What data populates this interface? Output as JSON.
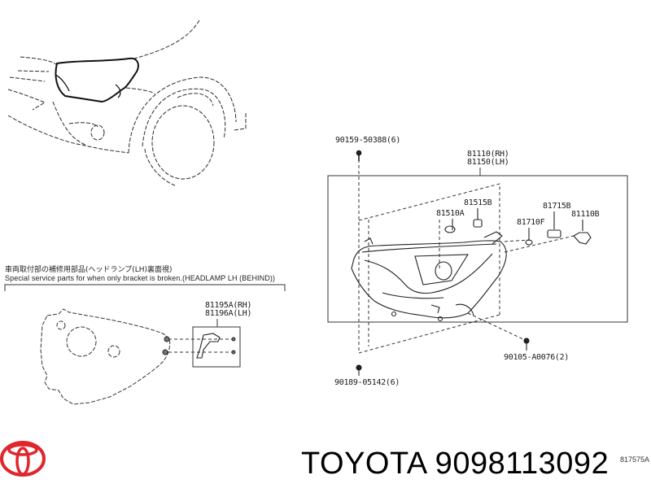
{
  "diagram": {
    "type": "auto-parts-exploded-view",
    "subject": "Headlamp assembly",
    "callouts": {
      "screw_top": "90159-50388(6)",
      "headlamp_rh": "81110(RH)",
      "headlamp_lh": "81150(LH)",
      "part_81515b": "81515B",
      "part_81510a": "81510A",
      "part_81715b": "81715B",
      "part_81710f": "81710F",
      "part_81110b": "81110B",
      "screw_right": "90105-A0076(2)",
      "screw_bottom": "90189-05142(6)",
      "bracket_rh": "81195A(RH)",
      "bracket_lh": "81196A(LH)"
    },
    "notes": {
      "japanese": "車両取付部の補修用部品(ヘッドランプ(LH)裏面視)",
      "english": "Special service parts for when only bracket is broken.(HEADLAMP LH (BEHIND))"
    },
    "illustration_id": "817575A"
  },
  "footer": {
    "brand": "TOYOTA",
    "part_number": "9098113092",
    "title": "TOYOTA 9098113092",
    "logo_color": "#e0252b"
  }
}
